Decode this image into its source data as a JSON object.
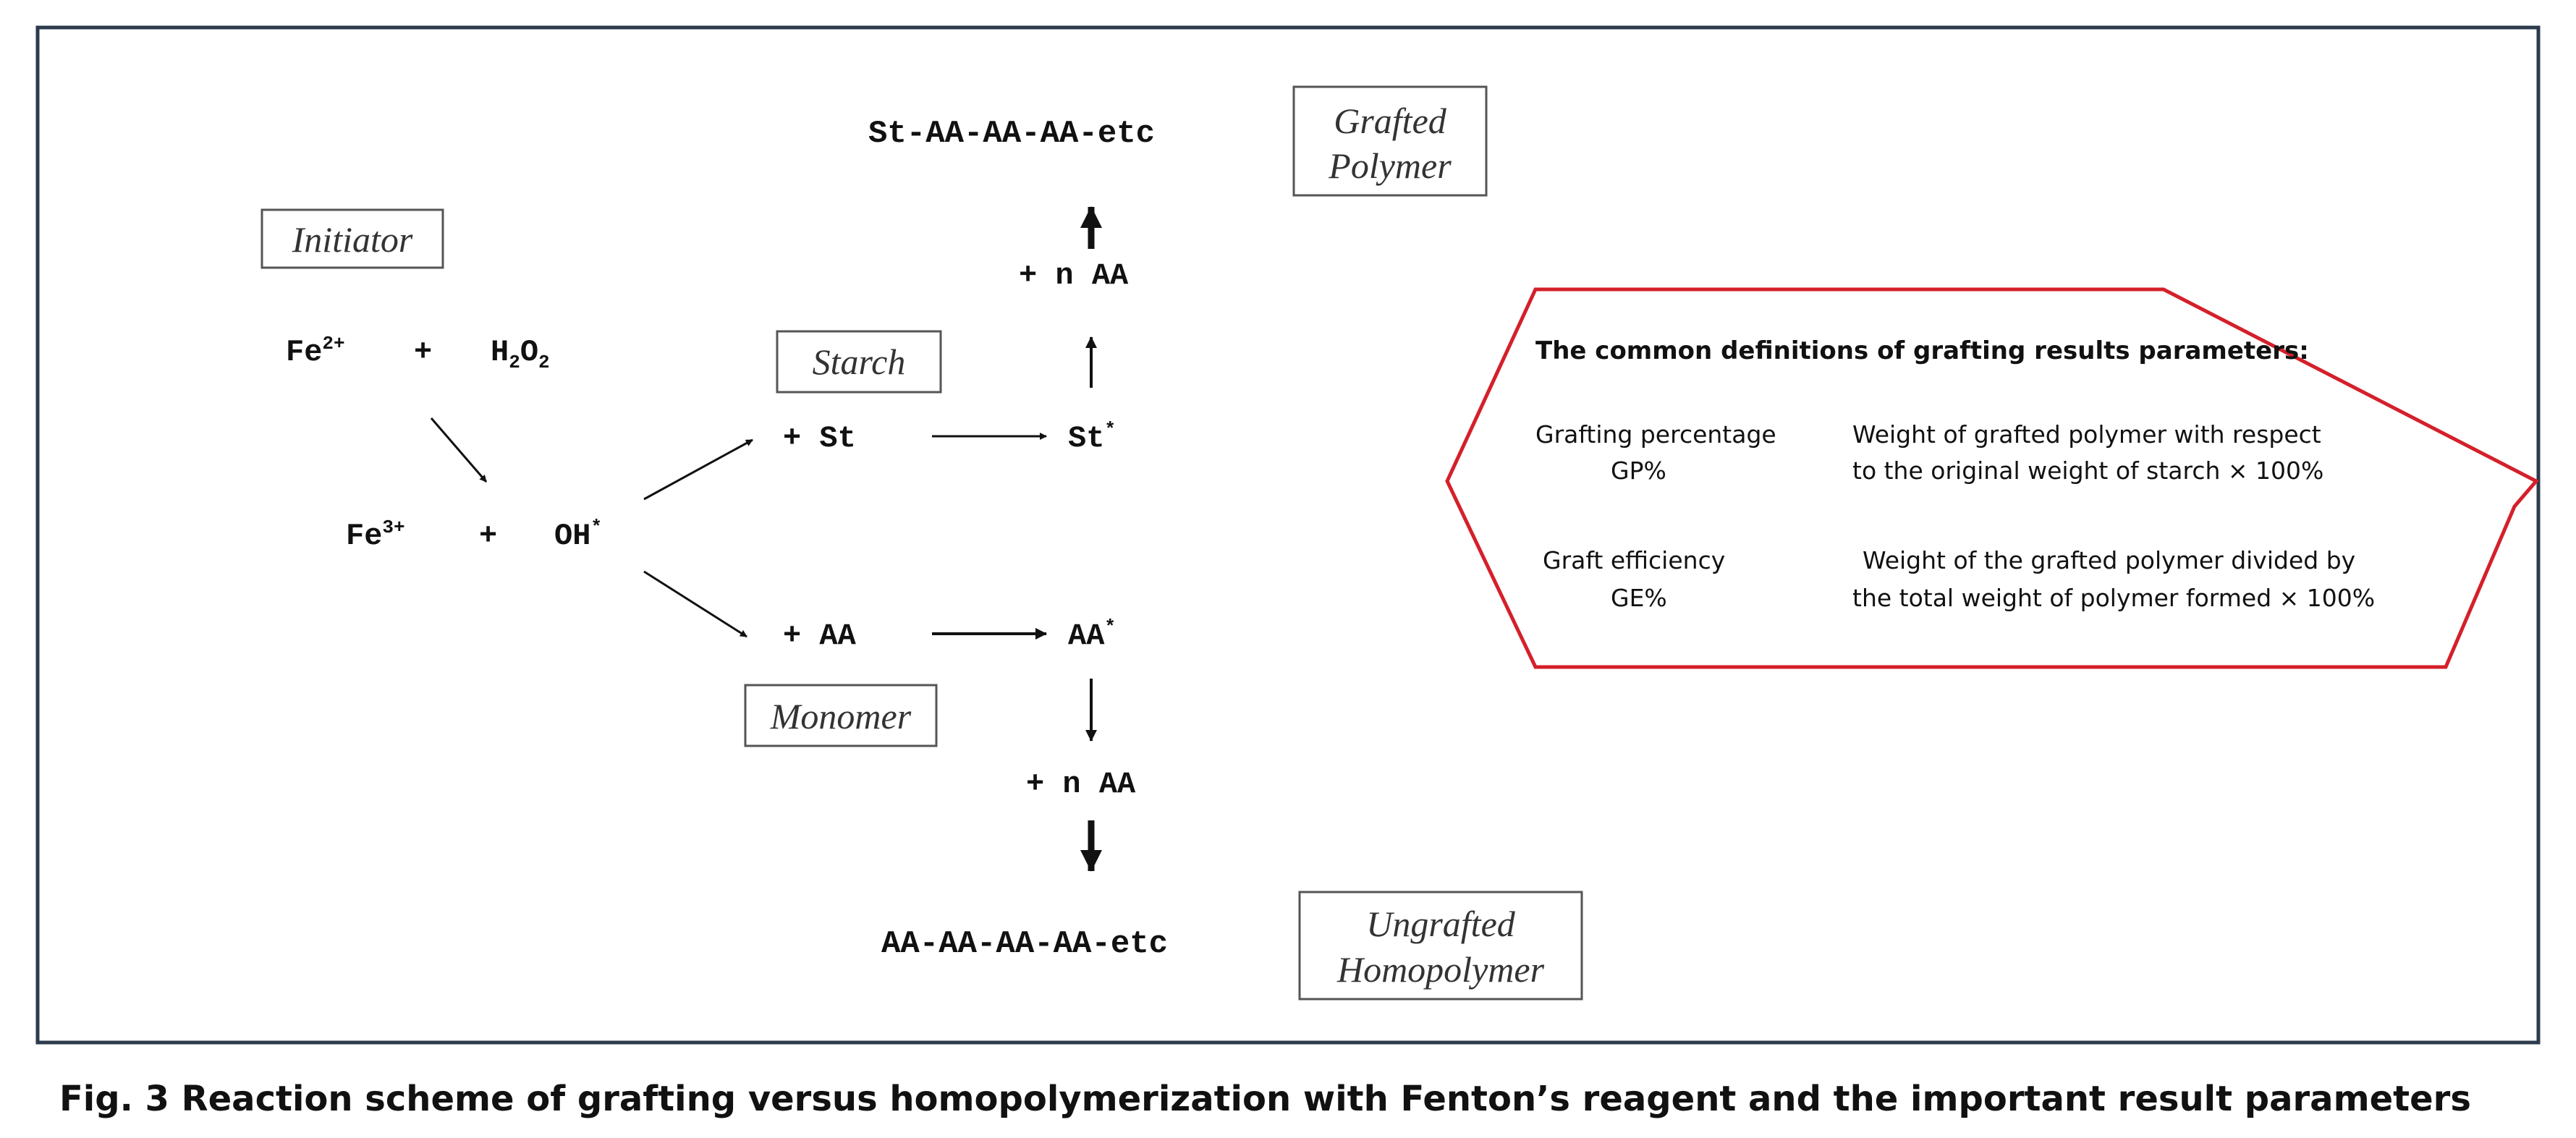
{
  "scheme": {
    "boxes": {
      "initiator": "Initiator",
      "starch": "Starch",
      "monomer": "Monomer",
      "grafted_1": "Grafted",
      "grafted_2": "Polymer",
      "ungrafted_1": "Ungrafted",
      "ungrafted_2": "Homopolymer"
    },
    "species": {
      "fe2": "Fe",
      "fe2_sup": "2+",
      "plus_1": "+",
      "h2o2_h": "H",
      "h2o2_sub1": "2",
      "h2o2_o": "O",
      "h2o2_sub2": "2",
      "fe3": "Fe",
      "fe3_sup": "3+",
      "plus_2": "+",
      "oh": "OH",
      "oh_sup": "*",
      "plus_st": "+ St",
      "st_radical": "St",
      "st_radical_sup": "*",
      "plus_n_aa_top": "+ n AA",
      "grafted_chain": "St-AA-AA-AA-etc",
      "plus_aa": "+ AA",
      "aa_radical": "AA",
      "aa_radical_sup": "*",
      "plus_n_aa_bottom": "+ n AA",
      "homo_chain": "AA-AA-AA-AA-etc"
    }
  },
  "definitions": {
    "heading": "The common definitions of grafting results parameters:",
    "gp_name": "Grafting percentage",
    "gp_abbr": "GP%",
    "gp_desc_1": "Weight of grafted polymer with respect",
    "gp_desc_2": "to the original weight of starch × 100%",
    "ge_name": "Graft efficiency",
    "ge_abbr": "GE%",
    "ge_desc_1": "Weight of the grafted polymer divided by",
    "ge_desc_2": "the total weight of polymer formed × 100%",
    "border_color": "#d4202a"
  },
  "caption": "Fig. 3 Reaction scheme of grafting versus homopolymerization with Fenton’s reagent and the important result parameters"
}
